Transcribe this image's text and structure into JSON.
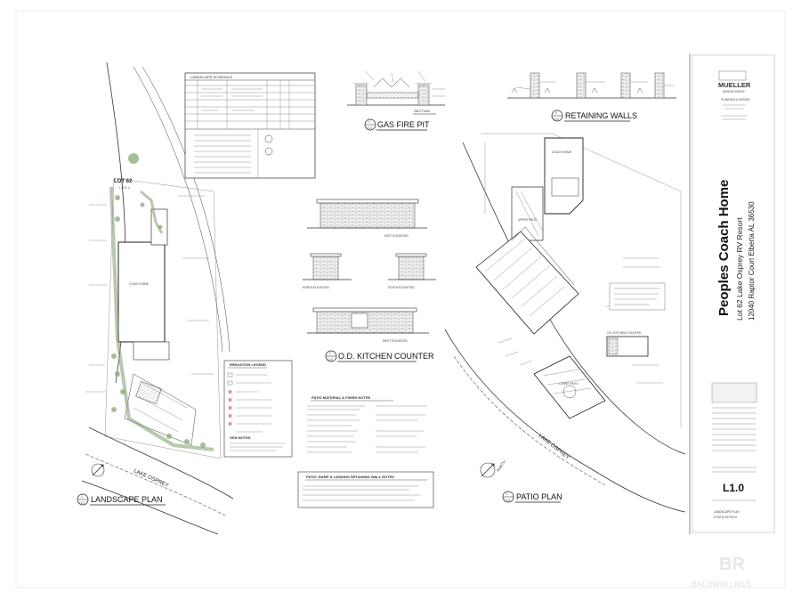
{
  "left_plan": {
    "lot_label": "LOT 62",
    "lot_sub": "L.N.O. 2",
    "house_label": "COACH HOME",
    "road_label": "LAKE OSPREY",
    "title": "LANDSCAPE PLAN",
    "number": "1",
    "sheet_ref": "L1.0"
  },
  "landscape_schedule": {
    "title": "LANDSCAPE SCHEDULE"
  },
  "gas_fire_pit": {
    "section_label": "SECTION",
    "title": "GAS FIRE PIT",
    "number": "3",
    "sheet_ref": "L1.0"
  },
  "retaining_walls": {
    "title": "RETAINING WALLS",
    "number": "4",
    "sheet_ref": "L1.0"
  },
  "kitchen_counter": {
    "east": "EAST ELEVATION",
    "north": "NORTH ELEVATION",
    "south": "SOUTH ELEVATION",
    "west": "WEST ELEVATION",
    "title": "O.D. KITCHEN COUNTER",
    "number": "2",
    "sheet_ref": "L1.0"
  },
  "irrigation_legend": {
    "title": "IRRIGATION LEGEND",
    "gen_notes": "GEN NOTES"
  },
  "patio_notes": {
    "title": "PATIO MATERIAL & FINISH NOTES"
  },
  "ramp_notes": {
    "title": "PATIO, RAMP & LANDING RETAINING WALL NOTES"
  },
  "patio_plan": {
    "coach_home": "COACH HOME",
    "upper_patio": "UPPER PATIO",
    "kitchen": "O.D. KITCHEN COUNTER",
    "lower_patio": "LOWER PATIO",
    "road_label": "LAKE OSPREY",
    "north": "NORTH",
    "title": "PATIO PLAN",
    "number": "1",
    "sheet_ref": "L1.0"
  },
  "title_block": {
    "firm_line": "MUELLER",
    "firm_sub": "DESIGN GROUP",
    "firm_tag": "PLANNING & DESIGN",
    "project": "Peoples Coach Home",
    "lot": "Lot 62   Lake Osprey RV Resort",
    "address": "12040 Raptor Court   Elberta AL 36530",
    "sheet_no": "L1.0",
    "sheet_name_1": "LANDSCAPE PLAN",
    "sheet_name_2": "& PATIO DETAILS"
  },
  "watermark": {
    "logo": "BR",
    "text": "BALDWIN | MLS"
  }
}
